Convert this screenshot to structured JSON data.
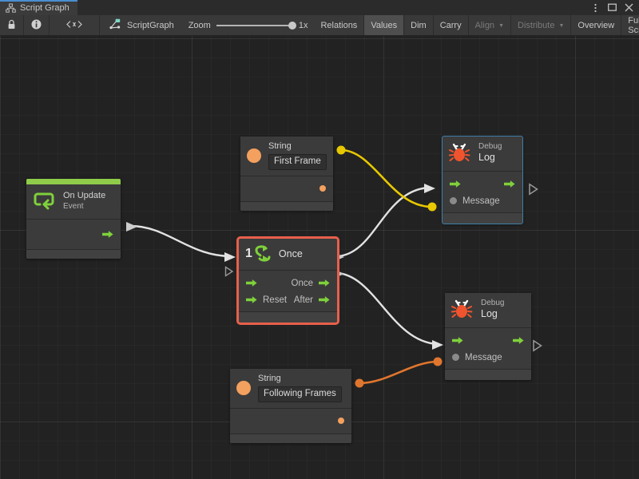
{
  "window": {
    "tab_label": "Script Graph",
    "tab_icon": "script-graph-icon",
    "controls": [
      {
        "name": "more-options-icon",
        "glyph": "kebab"
      },
      {
        "name": "maximize-icon",
        "glyph": "square"
      },
      {
        "name": "close-icon",
        "glyph": "x"
      }
    ]
  },
  "toolbar": {
    "lock_icon": "lock-icon",
    "info_icon": "info-icon",
    "code_icon": "code-brackets-icon",
    "graph_icon": "script-graph-node-icon",
    "graph_name": "ScriptGraph",
    "zoom_label": "Zoom",
    "zoom_value": "1x",
    "items": [
      {
        "label": "Relations",
        "state": "normal",
        "name": "toolbar-relations"
      },
      {
        "label": "Values",
        "state": "active",
        "name": "toolbar-values"
      },
      {
        "label": "Dim",
        "state": "normal",
        "name": "toolbar-dim"
      },
      {
        "label": "Carry",
        "state": "normal",
        "name": "toolbar-carry"
      },
      {
        "label": "Align",
        "state": "disabled",
        "dropdown": true,
        "name": "toolbar-align"
      },
      {
        "label": "Distribute",
        "state": "disabled",
        "dropdown": true,
        "name": "toolbar-distribute"
      },
      {
        "label": "Overview",
        "state": "normal",
        "name": "toolbar-overview"
      },
      {
        "label": "Full Screen",
        "state": "normal",
        "name": "toolbar-full-screen"
      }
    ]
  },
  "colors": {
    "event_accent": "#8fcc4a",
    "flow_green": "#7fd13b",
    "string_orange": "#f4a05e",
    "wire_white": "#e2e2e2",
    "wire_yellow": "#e8c800",
    "wire_orange": "#e0762e",
    "selection_blue": "#3e7ea8",
    "selection_red": "#e8604c",
    "node_bg": "#3b3b3b",
    "canvas_bg": "#222222"
  },
  "nodes": {
    "on_update": {
      "title": "On Update",
      "subtitle": "Event",
      "icon": "event-loop-icon",
      "accent": "#8fcc4a",
      "output_flow": "flow-output-arrow"
    },
    "string_first_frame": {
      "title": "String",
      "icon": "string-value-icon",
      "value": "First Frame",
      "output_port": "string-output-dot"
    },
    "string_following_frames": {
      "title": "String",
      "icon": "string-value-icon",
      "value": "Following Frames",
      "output_port": "string-output-dot"
    },
    "once": {
      "title": "Once",
      "icon": "once-counter-icon",
      "counter": "1",
      "selected": "red",
      "inputs": [
        {
          "label": "",
          "name": "once-enter-input"
        },
        {
          "label": "Reset",
          "name": "once-reset-input"
        }
      ],
      "outputs": [
        {
          "label": "Once",
          "name": "once-output"
        },
        {
          "label": "After",
          "name": "after-output"
        }
      ]
    },
    "debug_log_top": {
      "title": "Log",
      "subtitle": "Debug",
      "icon": "debug-bug-icon",
      "selected": "blue",
      "input_flow": "flow-input-arrow",
      "output_flow": "flow-output-arrow",
      "message_label": "Message",
      "message_port": "message-input-dot"
    },
    "debug_log_bottom": {
      "title": "Log",
      "subtitle": "Debug",
      "icon": "debug-bug-icon",
      "selected": "none",
      "input_flow": "flow-input-arrow",
      "output_flow": "flow-output-arrow",
      "message_label": "Message",
      "message_port": "message-input-dot"
    }
  },
  "connections": [
    {
      "name": "wire-onupdate-to-once",
      "type": "control-flow",
      "color": "#e2e2e2",
      "from": "on_update.output",
      "to": "once.enter"
    },
    {
      "name": "wire-once-to-debuglog-top",
      "type": "control-flow",
      "color": "#e2e2e2",
      "from": "once.once_output",
      "to": "debug_log_top.input"
    },
    {
      "name": "wire-after-to-debuglog-bottom",
      "type": "control-flow",
      "color": "#e2e2e2",
      "from": "once.after_output",
      "to": "debug_log_bottom.input"
    },
    {
      "name": "wire-firstframe-to-debuglog-top-message",
      "type": "value",
      "color": "#e8c800",
      "from": "string_first_frame.output",
      "to": "debug_log_top.message"
    },
    {
      "name": "wire-followingframes-to-debuglog-bottom-message",
      "type": "value",
      "color": "#e0762e",
      "from": "string_following_frames.output",
      "to": "debug_log_bottom.message"
    }
  ]
}
